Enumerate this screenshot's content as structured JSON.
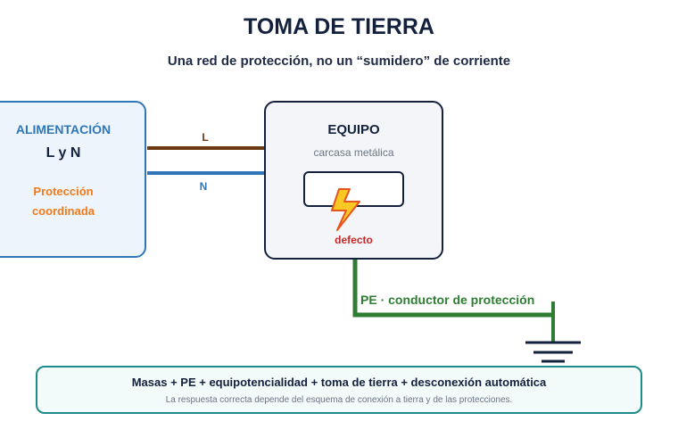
{
  "header": {
    "title": "TOMA DE TIERRA",
    "subtitle": "Una red de protección, no un “sumidero” de corriente"
  },
  "supply": {
    "title": "ALIMENTACIÓN",
    "lines": "L y N",
    "protection_line1": "Protección",
    "protection_line2": "coordinada"
  },
  "wires": {
    "line_label": "L",
    "neutral_label": "N",
    "line_color": "#6b3a12",
    "neutral_color": "#2f77b8"
  },
  "equipment": {
    "title": "EQUIPO",
    "subtitle": "carcasa metálica",
    "fault_label": "defecto"
  },
  "protective_conductor": {
    "label": "PE · conductor de protección",
    "color": "#2e7d32"
  },
  "footer": {
    "main": "Masas + PE + equipotencialidad + toma de tierra + desconexión automática",
    "note": "La respuesta correcta depende del esquema de conexión a tierra y de las protecciones."
  },
  "icons": [
    "lightning-bolt-icon",
    "ground-symbol-icon"
  ],
  "colors": {
    "supply_accent": "#2f77b8",
    "protection_text": "#f07a1a",
    "fault_text": "#c62828",
    "footer_border": "#1f8a8a"
  }
}
